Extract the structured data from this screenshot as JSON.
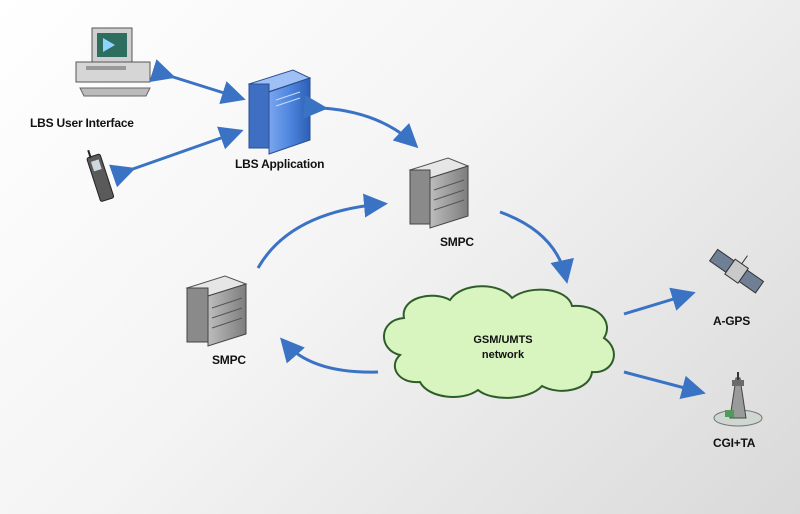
{
  "nodes": {
    "lbs_user_interface": "LBS User Interface",
    "lbs_application": "LBS Application",
    "smpc_top": "SMPC",
    "smpc_left": "SMPC",
    "network_line1": "GSM/UMTS",
    "network_line2": "network",
    "agps": "A-GPS",
    "cgi_ta": "CGI+TA"
  },
  "colors": {
    "arrow": "#3a72c4",
    "cloud_fill": "#d8f5c0",
    "cloud_stroke": "#2f5d2a",
    "server_blue": "#5b8fe0"
  },
  "icons": {
    "workstation": "desktop-computer-icon",
    "phone": "mobile-phone-icon",
    "app_server": "tower-server-icon",
    "smpc": "smpc-server-icon",
    "network": "cloud-icon",
    "satellite": "satellite-icon",
    "antenna": "cell-tower-icon"
  }
}
